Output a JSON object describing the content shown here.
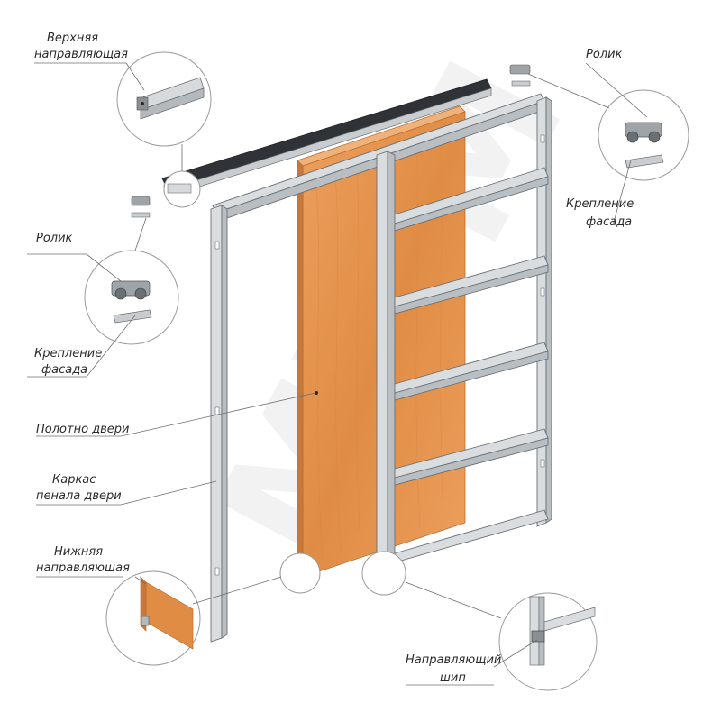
{
  "labels": {
    "top_rail": [
      "Верхняя",
      "направляющая"
    ],
    "roller_right": "Ролик",
    "mount_right": [
      "Крепление",
      "фасада"
    ],
    "roller_left": "Ролик",
    "mount_left": [
      "Крепление",
      "фасада"
    ],
    "door_leaf": "Полотно двери",
    "frame": [
      "Каркас",
      "пенала двери"
    ],
    "bottom_rail": [
      "Нижняя",
      "направляющая"
    ],
    "guide_pin": [
      "Направляющий",
      "шип"
    ]
  },
  "watermark": "MWM",
  "colors": {
    "wood": "#e89a55",
    "wood_dark": "#c97a3a",
    "metal": "#d9dde0",
    "metal_dark": "#b9bec2",
    "line": "#6f6f6f"
  }
}
